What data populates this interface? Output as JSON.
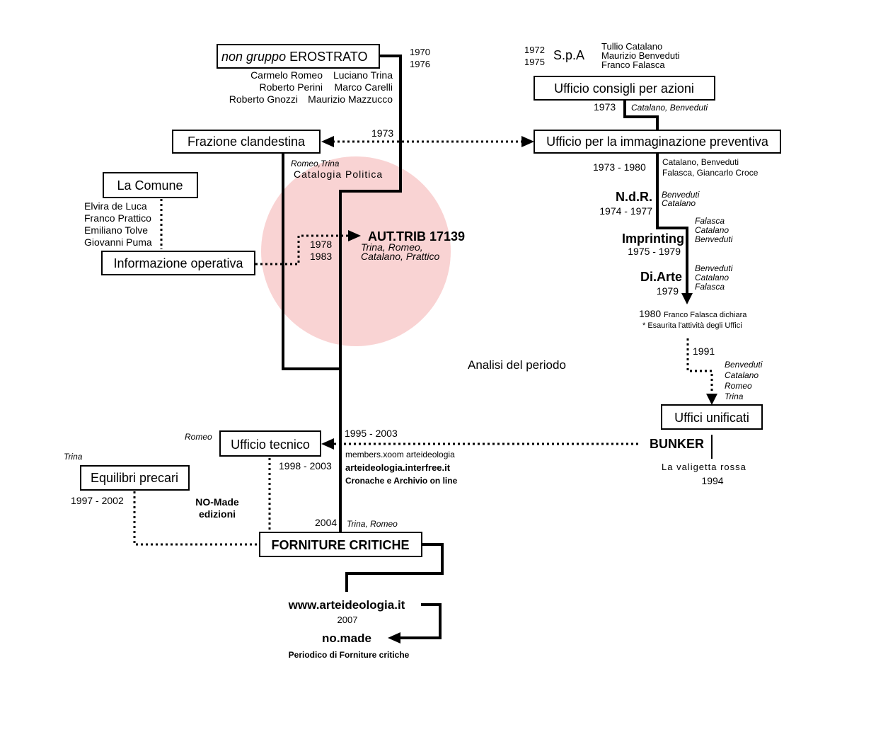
{
  "erostrato": {
    "title_italic": "non gruppo",
    "title_rest": " EROSTRATO",
    "years": [
      "1970",
      "1976"
    ],
    "members": [
      "Carmelo Romeo",
      "Luciano Trina",
      "Roberto Perini",
      "Marco Carelli",
      "Roberto Gnozzi",
      "Maurizio Mazzucco"
    ]
  },
  "spa": {
    "years": [
      "1972",
      "1975"
    ],
    "label": "S.p.A",
    "members": [
      "Tullio Catalano",
      "Maurizio Benveduti",
      "Franco Falasca"
    ]
  },
  "ufficio_consigli": {
    "label": "Ufficio consigli per azioni",
    "year": "1973",
    "names": "Catalano, Benveduti"
  },
  "frazione": {
    "label": "Frazione clandestina",
    "year": "1973"
  },
  "ufficio_immaginazione": {
    "label": "Ufficio per la immaginazione preventiva",
    "years": "1973 - 1980",
    "names": [
      "Catalano, Benveduti",
      "Falasca, Giancarlo Croce"
    ]
  },
  "catalogia": {
    "names": "Romeo,Trina",
    "label": "Catalogia Politica"
  },
  "la_comune": {
    "label": "La Comune",
    "members": [
      "Elvira de Luca",
      "Franco Prattico",
      "Emiliano Tolve",
      "Giovanni Puma"
    ]
  },
  "informazione": {
    "label": "Informazione operativa",
    "years": [
      "1978",
      "1983"
    ]
  },
  "aut_trib": {
    "label": "AUT.TRIB 17139",
    "names": [
      "Trina, Romeo,",
      "Catalano, Prattico"
    ]
  },
  "ndr": {
    "label": "N.d.R.",
    "years": "1974 - 1977",
    "names": [
      "Benveduti",
      "Catalano"
    ]
  },
  "imprinting": {
    "label": "Imprinting",
    "years": "1975 - 1979",
    "names": [
      "Falasca",
      "Catalano",
      "Benveduti"
    ]
  },
  "diarte": {
    "label": "Di.Arte",
    "year": "1979",
    "names": [
      "Benveduti",
      "Catalano",
      "Falasca"
    ]
  },
  "falasca_note": {
    "year": "1980",
    "text": "Franco Falasca dichiara",
    "note": "* Esaurita l'attività degli Uffici"
  },
  "analisi": "Analisi del periodo",
  "uffici_unificati": {
    "year": "1991",
    "names": [
      "Benveduti",
      "Catalano",
      "Romeo",
      "Trina"
    ],
    "label": "Uffici unificati"
  },
  "bunker": {
    "label": "BUNKER",
    "subtitle": "La valigetta rossa",
    "year": "1994"
  },
  "ufficio_tecnico": {
    "name": "Romeo",
    "label": "Ufficio tecnico",
    "years_a": "1995 - 2003",
    "years_b": "1998 - 2003",
    "online": [
      "members.xoom arteideologia",
      "arteideologia.interfree.it",
      "Cronache e Archivio on line"
    ]
  },
  "equilibri": {
    "name": "Trina",
    "label": "Equilibri precari",
    "years": "1997 - 2002"
  },
  "nomade_edizioni": [
    "NO-Made",
    "edizioni"
  ],
  "forniture": {
    "year": "2004",
    "names": "Trina, Romeo",
    "label": "FORNITURE CRITICHE"
  },
  "website": {
    "url": "www.arteideologia.it",
    "year": "2007"
  },
  "nomade": {
    "label": "no.made",
    "subtitle": "Periodico di Forniture critiche"
  },
  "colors": {
    "circle": "#f9d3d3",
    "ink": "#000000"
  }
}
